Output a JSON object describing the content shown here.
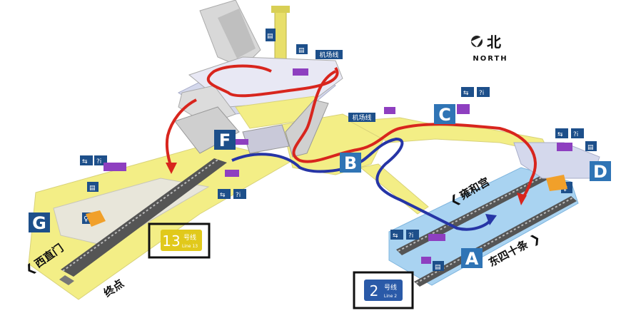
{
  "compass": {
    "label_cn": "北",
    "label_en": "NORTH"
  },
  "exits": [
    {
      "id": "A",
      "color": "#2f74b5"
    },
    {
      "id": "B",
      "color": "#2f74b5"
    },
    {
      "id": "C",
      "color": "#2f74b5"
    },
    {
      "id": "D",
      "color": "#2f74b5"
    },
    {
      "id": "F",
      "color": "#1d4f8a"
    },
    {
      "id": "G",
      "color": "#1d4f8a"
    }
  ],
  "directions": [
    {
      "key": "xizhimen",
      "text": "西直门"
    },
    {
      "key": "yonghegong",
      "text": "雍和宫"
    },
    {
      "key": "dongsishitiao",
      "text": "东四十条"
    },
    {
      "key": "terminus",
      "text": "终点"
    }
  ],
  "facility_labels": {
    "airport_express_1": "机场线",
    "airport_express_2": "机场线"
  },
  "lines": [
    {
      "key": "line13",
      "number": "13",
      "cn": "号线",
      "en": "Line 13",
      "color": "#e1c91b"
    },
    {
      "key": "line2",
      "number": "2",
      "cn": "号线",
      "en": "Line 2",
      "color": "#2a5aa8"
    }
  ],
  "route_colors": {
    "red": "#d8251d",
    "blue": "#2635a6",
    "platform_yellow": "#f3ee86",
    "platform_blue": "#a9d3f1"
  }
}
